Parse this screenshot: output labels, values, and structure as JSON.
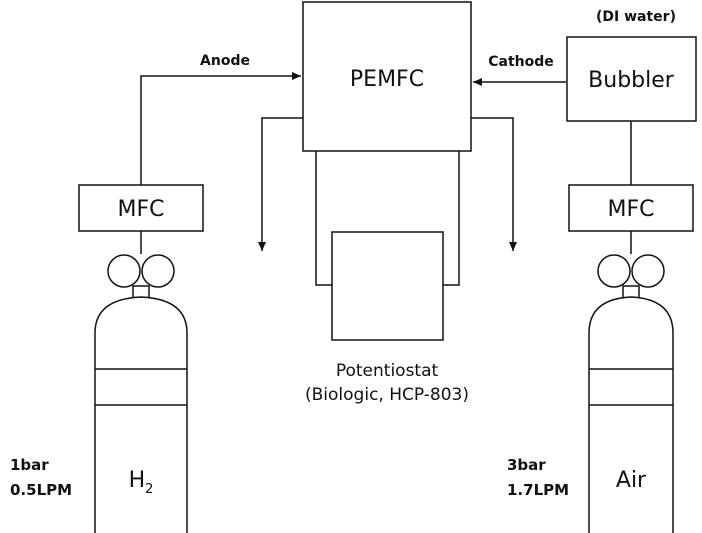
{
  "pemfc": {
    "label": "PEMFC"
  },
  "anode": {
    "label": "Anode"
  },
  "cathode": {
    "label": "Cathode"
  },
  "bubbler": {
    "label": "Bubbler",
    "note": "(DI water)"
  },
  "left_mfc": {
    "label": "MFC"
  },
  "right_mfc": {
    "label": "MFC"
  },
  "potentiostat": {
    "line1": "Potentiostat",
    "line2": "(Biologic, HCP-803)"
  },
  "left_cylinder": {
    "gas": "H",
    "gas_sub": "2",
    "pressure": "1bar",
    "flow": "0.5LPM"
  },
  "right_cylinder": {
    "gas": "Air",
    "pressure": "3bar",
    "flow": "1.7LPM"
  }
}
